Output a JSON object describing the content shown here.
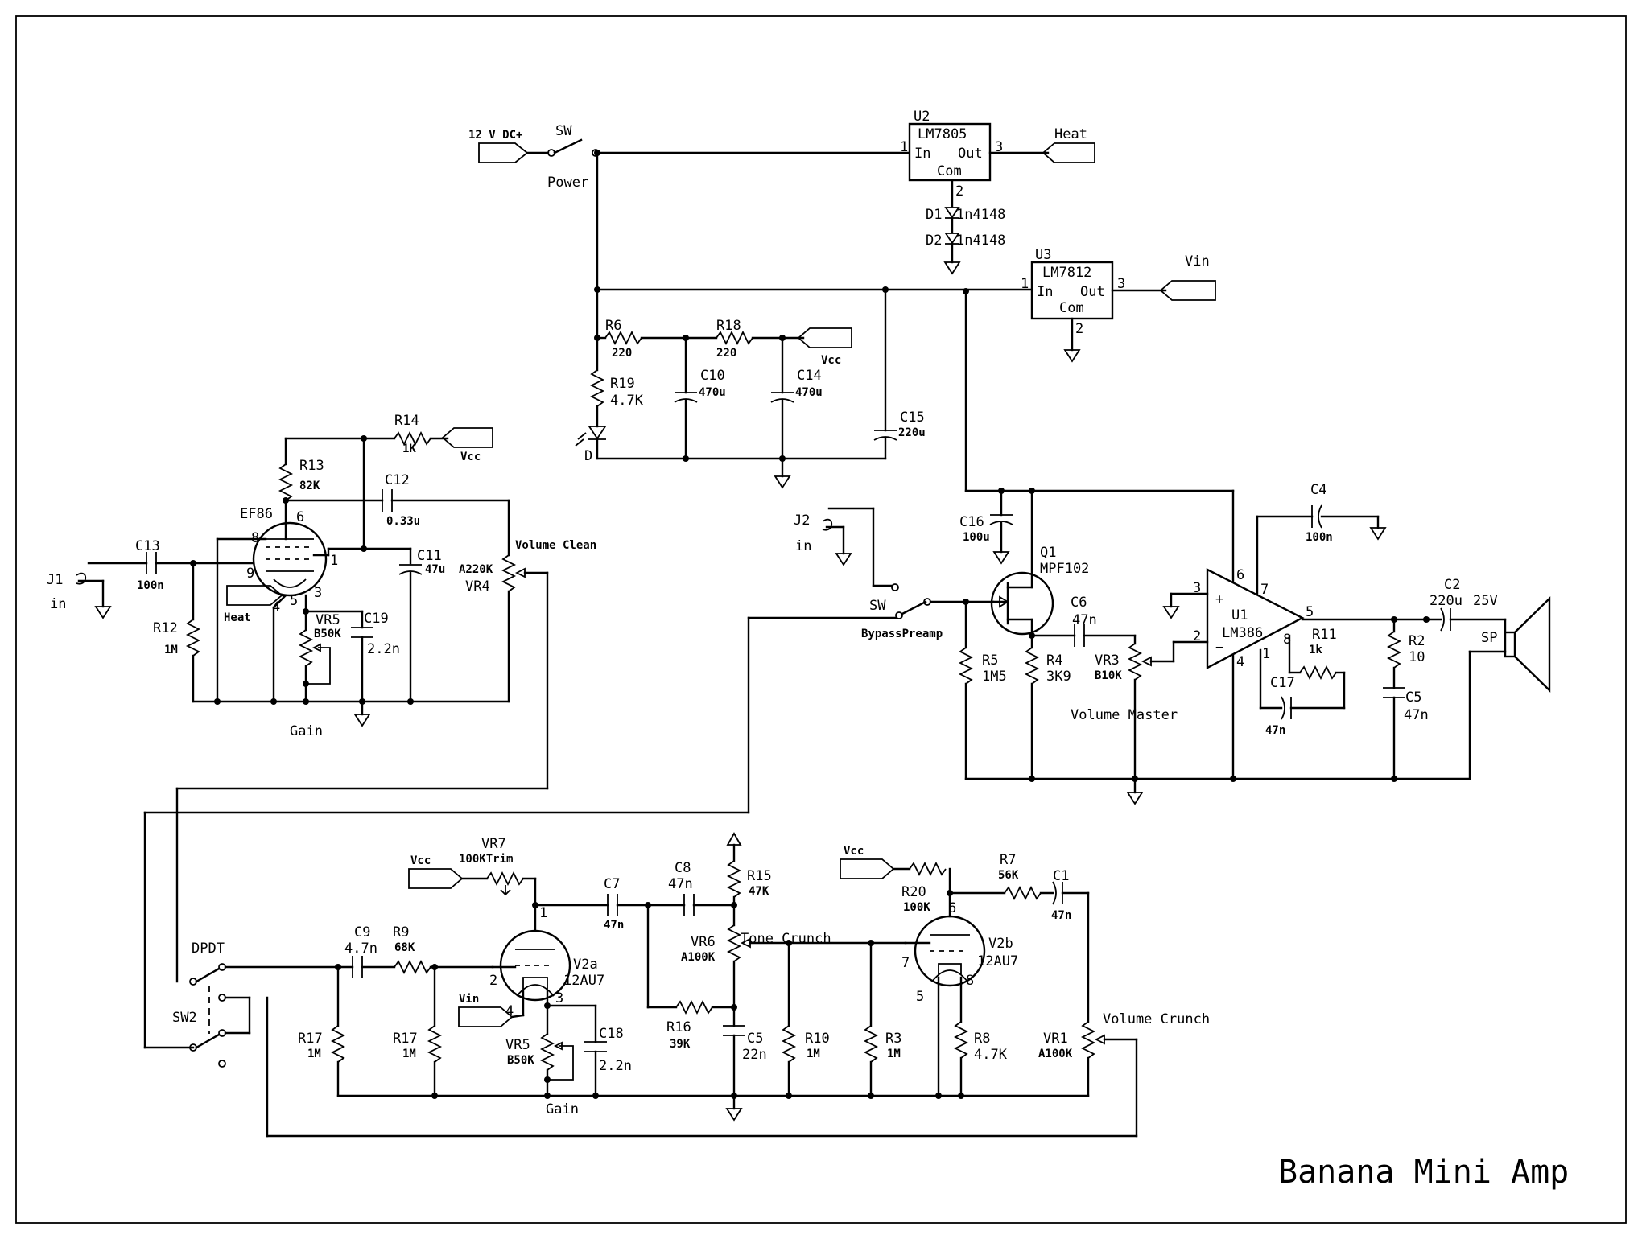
{
  "title": "Banana Mini Amp",
  "labels": {
    "dc_in": "12 V DC+",
    "sw_power": "SW",
    "power": "Power",
    "u2": "U2",
    "u2_part": "LM7805",
    "u2_in": "In",
    "u2_out": "Out",
    "u2_com": "Com",
    "u2_p1": "1",
    "u2_p2": "2",
    "u2_p3": "3",
    "heat_out": "Heat",
    "d1": "D1",
    "d1_part": "1n4148",
    "d2": "D2",
    "d2_part": "1n4148",
    "u3": "U3",
    "u3_part": "LM7812",
    "u3_in": "In",
    "u3_out": "Out",
    "u3_com": "Com",
    "u3_p1": "1",
    "u3_p2": "2",
    "u3_p3": "3",
    "vin_out": "Vin",
    "r6": "R6",
    "r6_val": "220",
    "r18": "R18",
    "r18_val": "220",
    "vcc_top": "Vcc",
    "r19": "R19",
    "r19_val": "4.7K",
    "led": "D",
    "c10": "C10",
    "c10_val": "470u",
    "c14": "C14",
    "c14_val": "470u",
    "c15": "C15",
    "c15_val": "220u",
    "r14": "R14",
    "r14_val": "1K",
    "vcc_r14": "Vcc",
    "r13": "R13",
    "r13_val": "82K",
    "c12": "C12",
    "c12_val": "0.33u",
    "ef86": "EF86",
    "ef86_p6": "6",
    "ef86_p8": "8",
    "ef86_p9": "9",
    "ef86_p1": "1",
    "ef86_p3": "3",
    "ef86_p4": "4",
    "ef86_p5": "5",
    "c11": "C11",
    "c11_val": "47u",
    "vr4_val": "A220K",
    "vr4": "VR4",
    "vol_clean": "Volume Clean",
    "c13": "C13",
    "c13_val": "100n",
    "j1": "J1",
    "j1_in": "in",
    "r12": "R12",
    "r12_val": "1M",
    "heat_in": "Heat",
    "vr5": "VR5",
    "vr5_val": "B50K",
    "c19": "C19",
    "c19_val": "2.2n",
    "gain1": "Gain",
    "j2": "J2",
    "j2_in": "in",
    "sw_bypass": "SW",
    "bypass": "BypassPreamp",
    "c16": "C16",
    "c16_val": "100u",
    "q1": "Q1",
    "q1_part": "MPF102",
    "c6": "C6",
    "c6_val": "47n",
    "r5": "R5",
    "r5_val": "1M5",
    "r4": "R4",
    "r4_val": "3K9",
    "vr3": "VR3",
    "vr3_val": "B10K",
    "vol_master": "Volume Master",
    "c4": "C4",
    "c4_val": "100n",
    "u1": "U1",
    "u1_part": "LM386",
    "u1_plus": "+",
    "u1_minus": "−",
    "u1_p2": "2",
    "u1_p3": "3",
    "u1_p4": "4",
    "u1_p5": "5",
    "u1_p6": "6",
    "u1_p7": "7",
    "u1_p8": "8",
    "u1_p1": "1",
    "r11": "R11",
    "r11_val": "1k",
    "c17": "C17",
    "c17_val": "47n",
    "c2": "C2",
    "c2_val": "220u",
    "c2_volt": "25V",
    "sp": "SP",
    "r2": "R2",
    "r2_val": "10",
    "c5a": "C5",
    "c5a_val": "47n",
    "vcc_vr7": "Vcc",
    "vr7": "VR7",
    "vr7_val": "100KTrim",
    "c7": "C7",
    "c7_val": "47n",
    "c8": "C8",
    "c8_val": "47n",
    "r15": "R15",
    "r15_val": "47K",
    "vr6": "VR6",
    "vr6_val": "A100K",
    "tone_crunch": "Tone Crunch",
    "v2a_p1": "1",
    "v2a_p2": "2",
    "v2a_p3": "3",
    "v2a_p4": "4",
    "v2a": "V2a",
    "v2a_part": "12AU7",
    "dpdt": "DPDT",
    "sw2": "SW2",
    "c9": "C9",
    "c9_val": "4.7n",
    "r9": "R9",
    "r9_val": "68K",
    "r17a": "R17",
    "r17a_val": "1M",
    "r17b": "R17",
    "r17b_val": "1M",
    "vin_v2a": "Vin",
    "vr5b": "VR5",
    "vr5b_val": "B50K",
    "c18": "C18",
    "c18_val": "2.2n",
    "gain2": "Gain",
    "r16": "R16",
    "r16_val": "39K",
    "c5b": "C5",
    "c5b_val": "22n",
    "r10": "R10",
    "r10_val": "1M",
    "r3": "R3",
    "r3_val": "1M",
    "vcc_r20": "Vcc",
    "r20": "R20",
    "r20_val": "100K",
    "r7": "R7",
    "r7_val": "56K",
    "c1": "C1",
    "c1_val": "47n",
    "v2b_p6": "6",
    "v2b_p7": "7",
    "v2b_p5": "5",
    "v2b_p8": "8",
    "v2b": "V2b",
    "v2b_part": "12AU7",
    "r8": "R8",
    "r8_val": "4.7K",
    "vr1": "VR1",
    "vr1_val": "A100K",
    "vol_crunch": "Volume Crunch"
  }
}
